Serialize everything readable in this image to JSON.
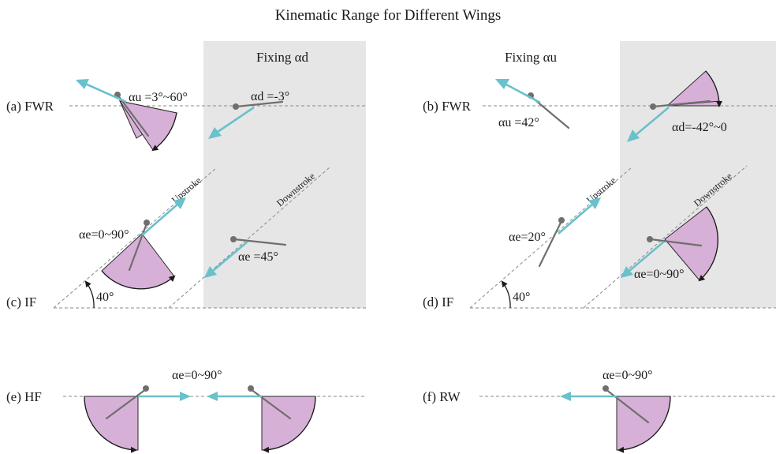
{
  "title": "Kinematic Range for Different Wings",
  "shaded_labels": {
    "fixing_d": "Fixing αd",
    "fixing_u": "Fixing αu"
  },
  "panels": {
    "a": {
      "label": "(a) FWR",
      "range": "αu =3°~60°",
      "fixed": "αd =-3°"
    },
    "b": {
      "label": "(b) FWR",
      "fixed": "αu =42°",
      "range": "αd=-42°~0"
    },
    "c": {
      "label": "(c) IF",
      "range": "αe=0~90°",
      "fixed": "αe =45°",
      "incline": "40°"
    },
    "d": {
      "label": "(d) IF",
      "fixed": "αe=20°",
      "range": "αe=0~90°",
      "incline": "40°"
    },
    "e": {
      "label": "(e) HF",
      "range": "αe=0~90°"
    },
    "f": {
      "label": "(f) RW",
      "range": "αe=0~90°"
    }
  },
  "stroke_labels": {
    "up": "Upstroke",
    "down": "Downstroke"
  },
  "colors": {
    "velocity": "#69c1cc",
    "sector": "#d7b0d7",
    "shade": "#e6e6e6",
    "wing": "#6f6f6f"
  }
}
